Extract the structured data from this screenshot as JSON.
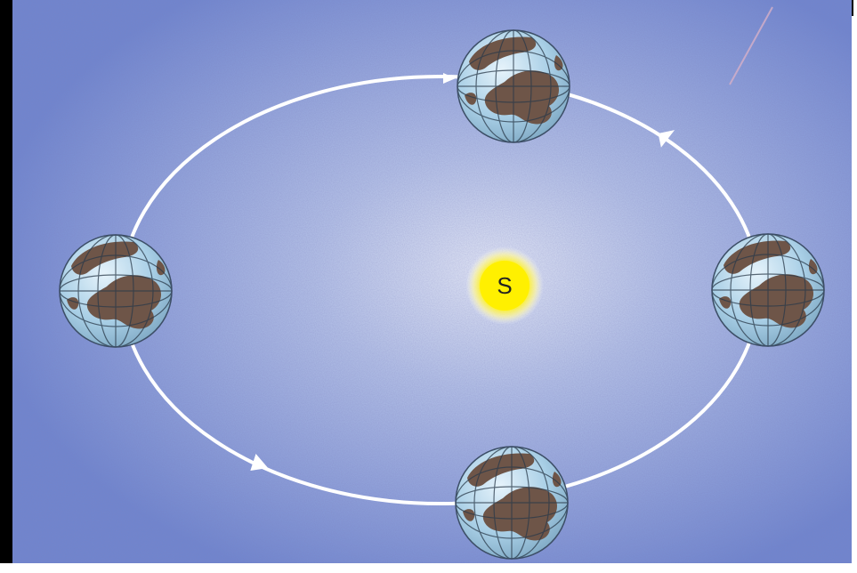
{
  "sun": {
    "label": "S"
  },
  "colors": {
    "background": "#6f86cf",
    "background_glow": "#dde4f5",
    "orbit": "#ffffff",
    "sun_core": "#fff200",
    "sun_glow": "#fff8a8",
    "ocean": "#a9cfe6",
    "land": "#6e5548",
    "grid": "#2a3a4a"
  },
  "orbit": {
    "direction": "counter-clockwise"
  },
  "earths": [
    {
      "position": "top"
    },
    {
      "position": "right"
    },
    {
      "position": "bottom"
    },
    {
      "position": "left"
    }
  ]
}
